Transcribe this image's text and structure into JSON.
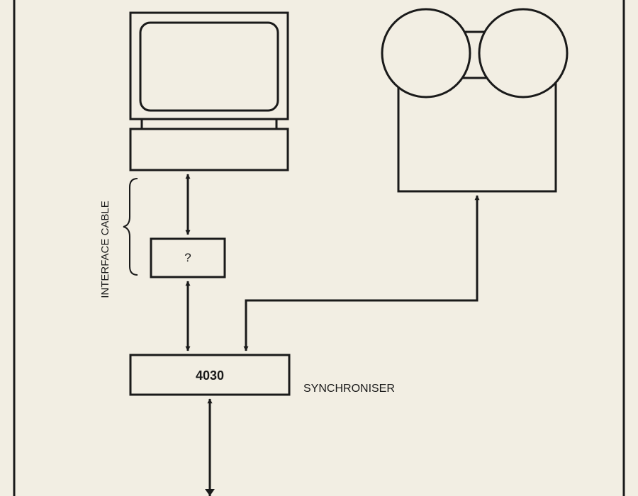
{
  "diagram": {
    "ink_color": "#1a1a1a",
    "paper_color": "#f2eee3",
    "nodes": {
      "interface_box": {
        "label": "?"
      },
      "synchroniser_box": {
        "label": "4030"
      }
    },
    "labels": {
      "interface_cable": "INTERFACE CABLE",
      "synchroniser": "SYNCHRONISER"
    }
  }
}
